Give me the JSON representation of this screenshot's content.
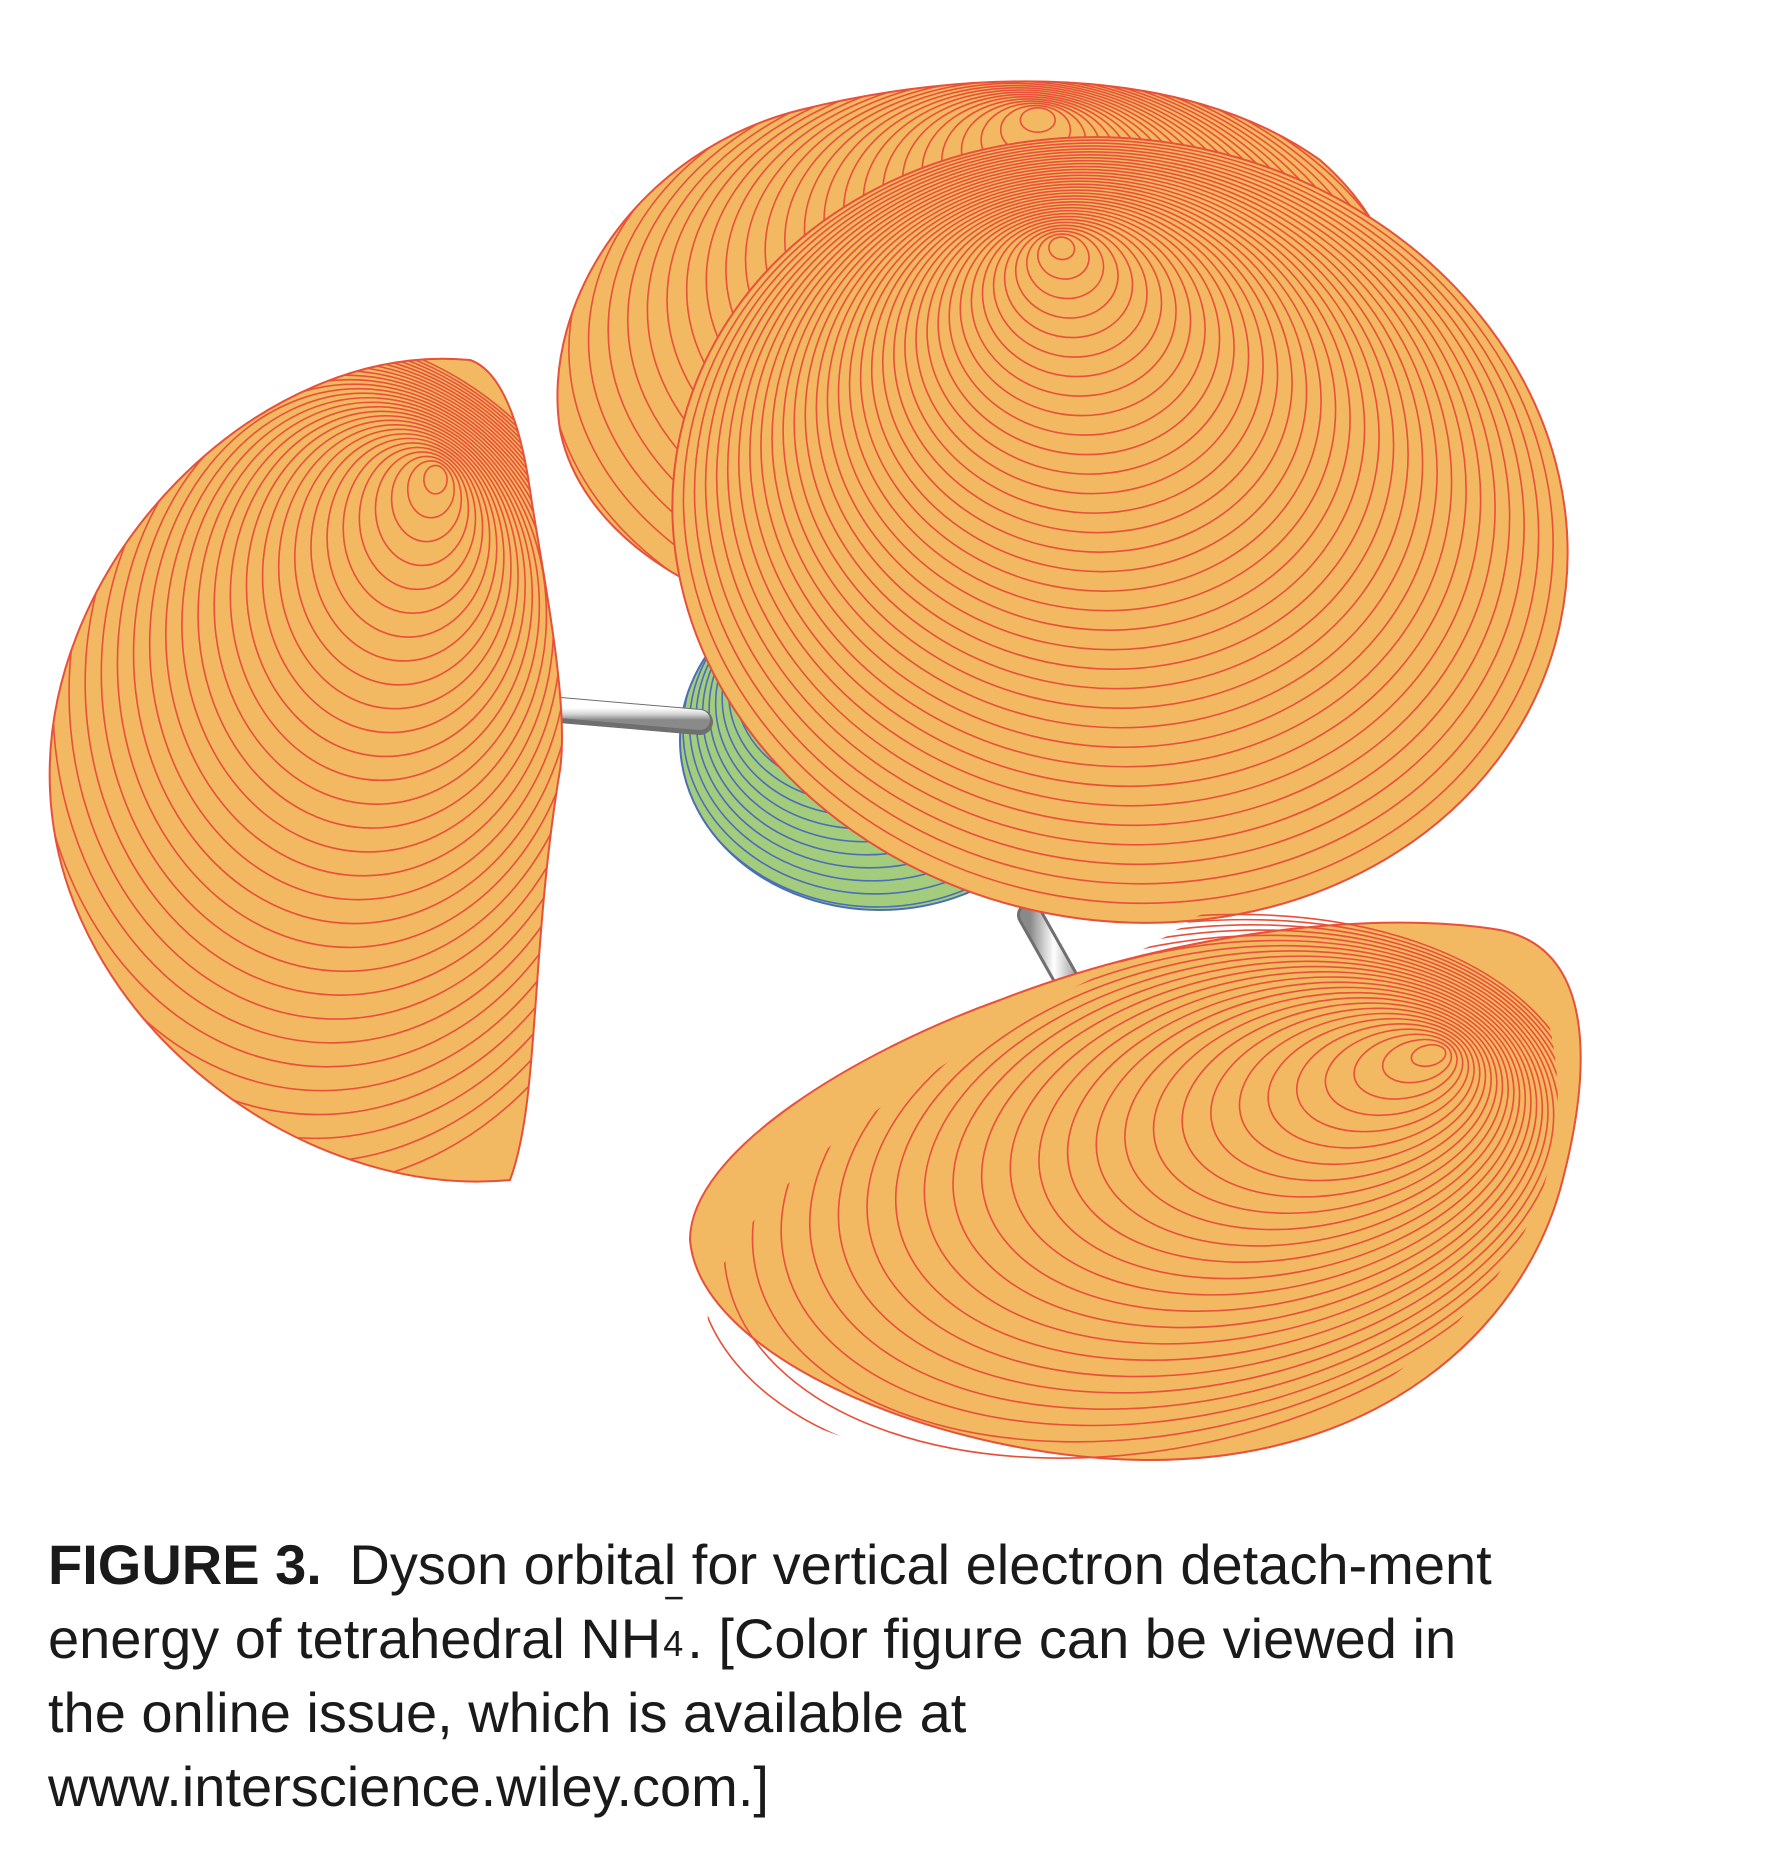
{
  "figure": {
    "label": "FIGURE 3.",
    "caption_before": "Dyson orbital for vertical electron detach-ment energy of tetrahedral",
    "formula": {
      "base": "NH",
      "superscript": "−",
      "subscript": "4"
    },
    "caption_after": ". [Color figure can be viewed in the online issue, which is available at www.interscience.wiley.com.]"
  },
  "colors": {
    "positive_lobe_fill": "#f2b862",
    "positive_lobe_contour": "#e8503a",
    "negative_lobe_fill": "#a3cc7c",
    "negative_lobe_contour": "#4a6fb5",
    "bond": "#d9d9d9",
    "caption_text": "#1a1a1a"
  }
}
